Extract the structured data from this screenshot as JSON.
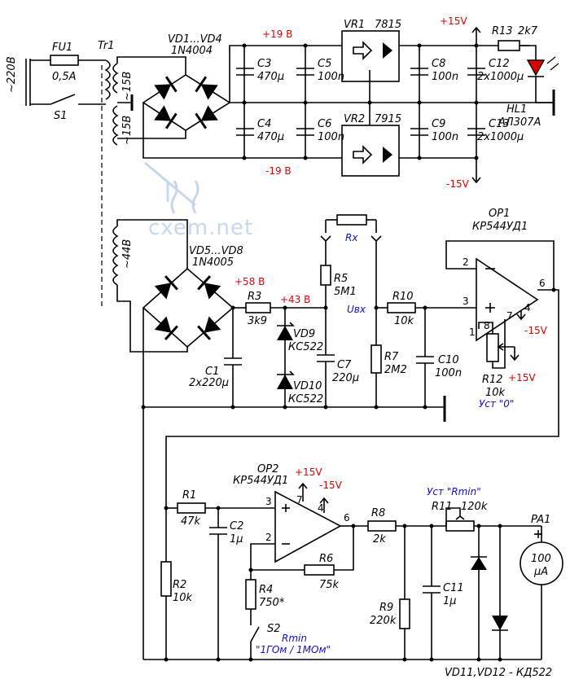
{
  "watermark": "cxem.net",
  "power": {
    "mains": "~220В",
    "fuse": {
      "ref": "FU1",
      "value": "0,5A"
    },
    "switch": "S1",
    "transformer": "Tr1",
    "w1a": "~15В",
    "w1b": "~15В",
    "w2": "~44В",
    "bridge1": {
      "ref": "VD1...VD4",
      "part": "1N4004"
    },
    "bridge2": {
      "ref": "VD5...VD8",
      "part": "1N4005"
    },
    "v_pos19": "+19 В",
    "v_neg19": "-19 В",
    "c3": {
      "ref": "C3",
      "value": "470µ"
    },
    "c4": {
      "ref": "C4",
      "value": "470µ"
    },
    "c5": {
      "ref": "C5",
      "value": "100n"
    },
    "c6": {
      "ref": "C6",
      "value": "100n"
    },
    "vr1": {
      "ref": "VR1",
      "part": "7815"
    },
    "vr2": {
      "ref": "VR2",
      "part": "7915"
    },
    "c8": {
      "ref": "C8",
      "value": "100n"
    },
    "c9": {
      "ref": "C9",
      "value": "100n"
    },
    "c12": {
      "ref": "C12",
      "value": "2x1000µ"
    },
    "c13": {
      "ref": "C13",
      "value": "2x1000µ"
    },
    "v_pos15": "+15V",
    "v_neg15": "-15V",
    "r13": {
      "ref": "R13",
      "value": "2k7"
    },
    "hl1": {
      "ref": "HL1",
      "part": "АЛ307А"
    }
  },
  "measure": {
    "v58": "+58 В",
    "v43": "+43 В",
    "r3": {
      "ref": "R3",
      "value": "3k9"
    },
    "c1": {
      "ref": "C1",
      "value": "2x220µ"
    },
    "vd9": {
      "ref": "VD9",
      "part": "КС522"
    },
    "vd10": {
      "ref": "VD10",
      "part": "КС522"
    },
    "c7": {
      "ref": "C7",
      "value": "220µ"
    },
    "rx": "Rx",
    "r5": {
      "ref": "R5",
      "value": "5М1"
    },
    "uvx": "Uвх",
    "r7": {
      "ref": "R7",
      "value": "2М2"
    },
    "r10": {
      "ref": "R10",
      "value": "10k"
    },
    "c10": {
      "ref": "C10",
      "value": "100n"
    },
    "op1": {
      "ref": "OP1",
      "part": "КР544УД1"
    },
    "op1_pins": {
      "p2": "2",
      "p3": "3",
      "p6": "6",
      "p4": "4",
      "p7": "7",
      "p1": "1",
      "p8": "8"
    },
    "op1_neg": "-15V",
    "op1_pos": "+15V",
    "r12": {
      "ref": "R12",
      "value": "10k"
    },
    "zero": "Уст \"0\""
  },
  "output": {
    "op2": {
      "ref": "OP2",
      "part": "КР544УД1"
    },
    "op2_pins": {
      "p3": "3",
      "p2": "2",
      "p6": "6",
      "p7": "7",
      "p4": "4"
    },
    "op2_pos": "+15V",
    "op2_neg": "-15V",
    "r1": {
      "ref": "R1",
      "value": "47k"
    },
    "c2": {
      "ref": "C2",
      "value": "1µ"
    },
    "r2": {
      "ref": "R2",
      "value": "10k"
    },
    "r4": {
      "ref": "R4",
      "value": "750*"
    },
    "r6": {
      "ref": "R6",
      "value": "75k"
    },
    "r8": {
      "ref": "R8",
      "value": "2k"
    },
    "r9": {
      "ref": "R9",
      "value": "220k"
    },
    "c11": {
      "ref": "C11",
      "value": "1µ"
    },
    "r11": {
      "ref": "R11",
      "value": "120k"
    },
    "rmin_adj": "Уст \"Rmin\"",
    "pa1": {
      "ref": "PA1",
      "value": "100",
      "unit": "µA"
    },
    "s2": "S2",
    "rmin": "Rmin",
    "range": "\"1ГОм / 1МОм\"",
    "diodes": "VD11,VD12 - КД522"
  }
}
